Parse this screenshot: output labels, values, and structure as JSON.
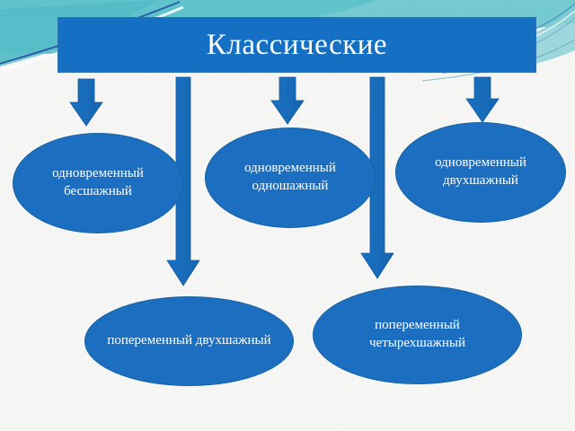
{
  "slide": {
    "background_color": "#f7f7f5",
    "accent_blue": "#1570C4",
    "node_blue": "#1C6FC0",
    "decor_teal": "#5cc4cc",
    "decor_teal_dark": "#39a9b8",
    "text_color": "#ffffff"
  },
  "title": {
    "text": "Классические"
  },
  "nodes": [
    {
      "id": "node-1",
      "label": "одновременный бесшажный"
    },
    {
      "id": "node-2",
      "label": "одновременный одношажный"
    },
    {
      "id": "node-3",
      "label": "одновременный двухшажный"
    },
    {
      "id": "node-4",
      "label": "попеременный двухшажный"
    },
    {
      "id": "node-5",
      "label": "попеременный четырехшажный"
    }
  ],
  "connectors": [
    {
      "id": "arrow-to-node-1",
      "kind": "short-down-arrow",
      "target": "node-1"
    },
    {
      "id": "arrow-to-node-4",
      "kind": "long-down-arrow",
      "target": "node-4"
    },
    {
      "id": "arrow-to-node-2",
      "kind": "short-down-arrow",
      "target": "node-2"
    },
    {
      "id": "arrow-to-node-5",
      "kind": "long-down-arrow",
      "target": "node-5"
    },
    {
      "id": "arrow-to-node-3",
      "kind": "short-down-arrow",
      "target": "node-3"
    }
  ]
}
